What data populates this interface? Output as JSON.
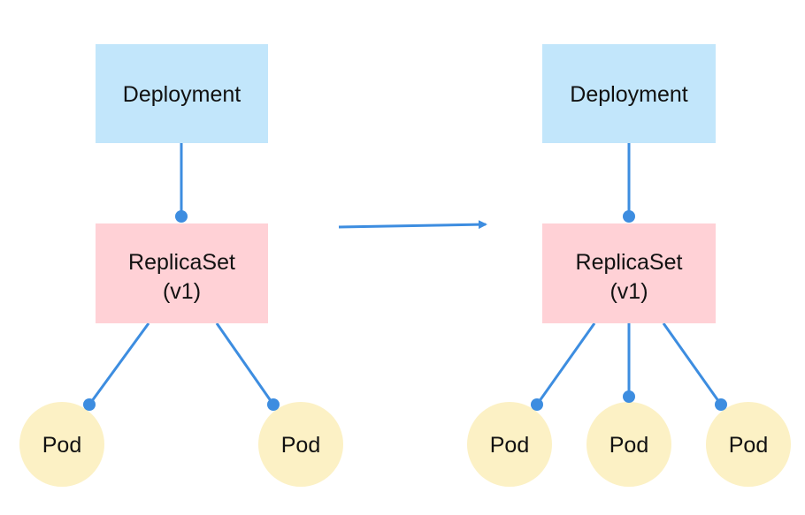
{
  "colors": {
    "deployment_fill": "#c2e6fb",
    "replicaset_fill": "#ffd1d6",
    "pod_fill": "#fcf1c5",
    "connector": "#3d8de0",
    "text": "#111111"
  },
  "left": {
    "deployment": {
      "label": "Deployment"
    },
    "replicaset": {
      "line1": "ReplicaSet",
      "line2": "(v1)"
    },
    "pods": [
      {
        "label": "Pod"
      },
      {
        "label": "Pod"
      }
    ]
  },
  "right": {
    "deployment": {
      "label": "Deployment"
    },
    "replicaset": {
      "line1": "ReplicaSet",
      "line2": "(v1)"
    },
    "pods": [
      {
        "label": "Pod"
      },
      {
        "label": "Pod"
      },
      {
        "label": "Pod"
      }
    ]
  },
  "transition_arrow": {
    "direction": "right"
  }
}
